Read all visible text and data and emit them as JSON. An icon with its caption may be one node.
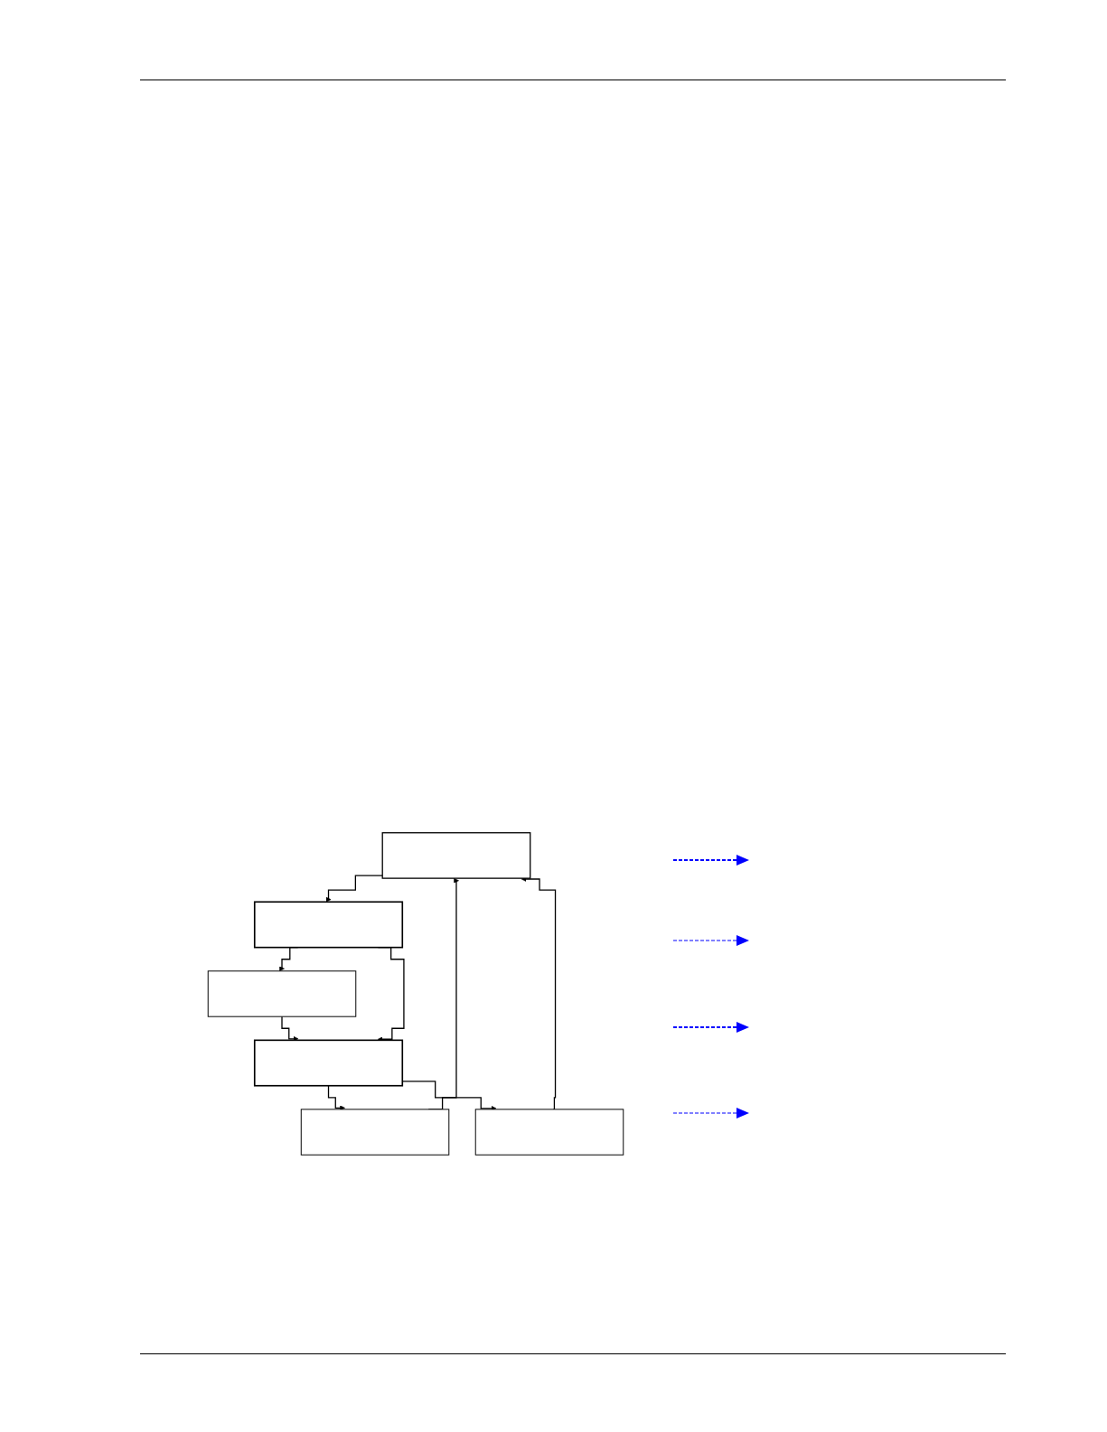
{
  "diagram": {
    "nodes": [
      {
        "text": [],
        "shape": "box"
      },
      {
        "text": [],
        "shape": "box"
      },
      {
        "text": [],
        "shape": "box"
      },
      {
        "text": [],
        "shape": "box"
      },
      {
        "text": [],
        "shape": "box"
      },
      {
        "text": [],
        "shape": "box"
      }
    ],
    "edges": [
      {
        "from": 0,
        "to": 1,
        "arrow": "to"
      },
      {
        "from": 1,
        "to": 2,
        "arrow": "to"
      },
      {
        "from": 2,
        "to": 3,
        "arrow": "to"
      },
      {
        "from": 1,
        "to": 3,
        "arrow": "to"
      },
      {
        "from": 3,
        "to": 4,
        "arrow": "to"
      },
      {
        "from": 3,
        "to": 5,
        "arrow": "to"
      },
      {
        "from": 4,
        "to": 0,
        "arrow": "to"
      },
      {
        "from": 5,
        "to": 0,
        "arrow": "to"
      }
    ]
  }
}
